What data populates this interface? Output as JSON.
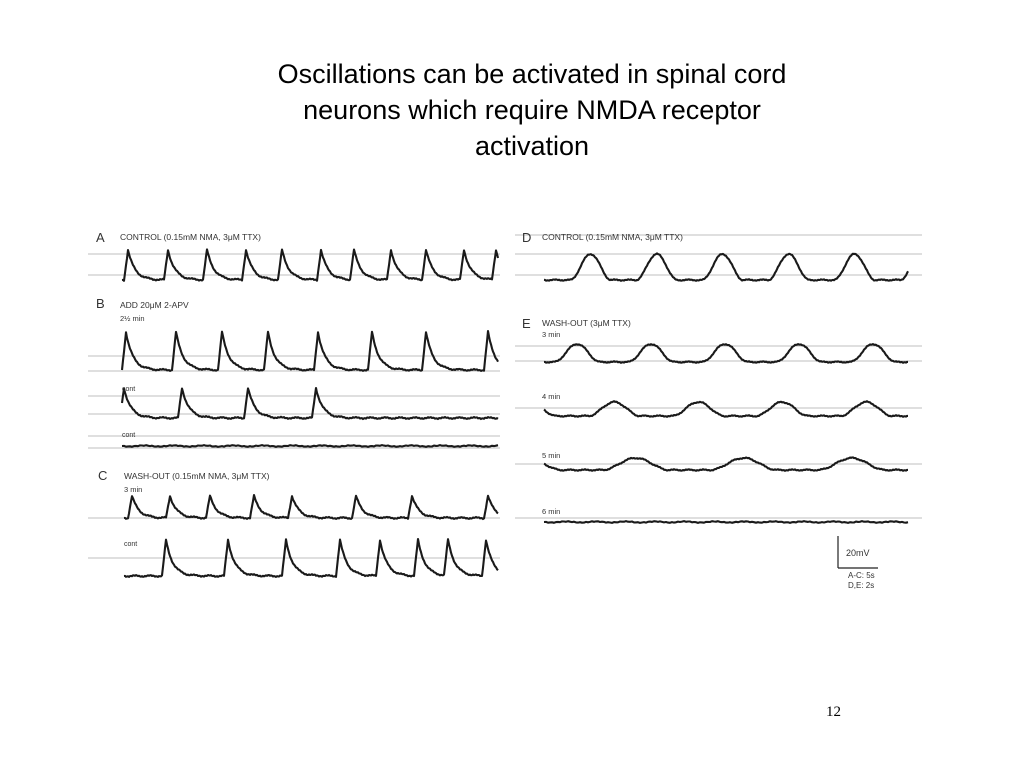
{
  "slide": {
    "title_lines": [
      "Oscillations can be activated in spinal cord",
      "neurons which require NMDA receptor",
      "activation"
    ],
    "page_number": "12"
  },
  "figure": {
    "panel_letters": {
      "A": "A",
      "B": "B",
      "C": "C",
      "D": "D",
      "E": "E"
    },
    "captions": {
      "A": "CONTROL   (0.15mM NMA, 3μM TTX)",
      "B": "ADD   20μM 2-APV",
      "C": "WASH-OUT   (0.15mM NMA, 3μM TTX)",
      "D": "CONTROL   (0.15mM NMA, 3μM TTX)",
      "E": "WASH-OUT   (3μM TTX)"
    },
    "time_labels": {
      "B1": "2½ min",
      "B2": "cont",
      "B3": "cont",
      "C1": "3 min",
      "C2": "cont",
      "E1": "3 min",
      "E2": "4 min",
      "E3": "5 min",
      "E4": "6 min"
    },
    "scale_bar": {
      "voltage": "20mV",
      "time_line1": "A-C: 5s",
      "time_line2": "D,E: 2s"
    }
  }
}
